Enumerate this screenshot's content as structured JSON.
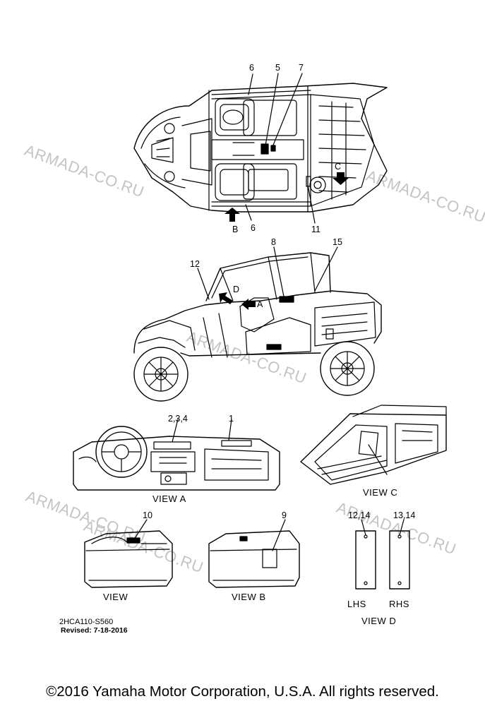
{
  "watermarks": [
    "ARMADA-CO.RU",
    "ARMADA-CO.RU",
    "ARMADA-CO.RU",
    "ARMADA-CO.RU",
    "ARMADA-CO.RU",
    "ARMADA-CO.RU"
  ],
  "callouts": {
    "c6_top": "6",
    "c5": "5",
    "c7": "7",
    "c_arrow_c": "C",
    "c_arrow_b": "B",
    "c6_bottom": "6",
    "c11": "11",
    "c8": "8",
    "c15": "15",
    "c12": "12",
    "c_arrow_d": "D",
    "c_arrow_a": "A",
    "c234": "2,3,4",
    "c1": "1",
    "c10": "10",
    "c9": "9",
    "c1214": "12,14",
    "c1314": "13,14"
  },
  "view_labels": {
    "view_a": "VIEW A",
    "view_c": "VIEW C",
    "view": "VIEW",
    "view_b": "VIEW  B",
    "lhs": "LHS",
    "rhs": "RHS",
    "view_d": "VIEW D"
  },
  "reference": {
    "code": "2HCA110-S560",
    "revised": "Revised: 7-18-2016"
  },
  "copyright": "©2016 Yamaha Motor Corporation, U.S.A. All rights reserved."
}
